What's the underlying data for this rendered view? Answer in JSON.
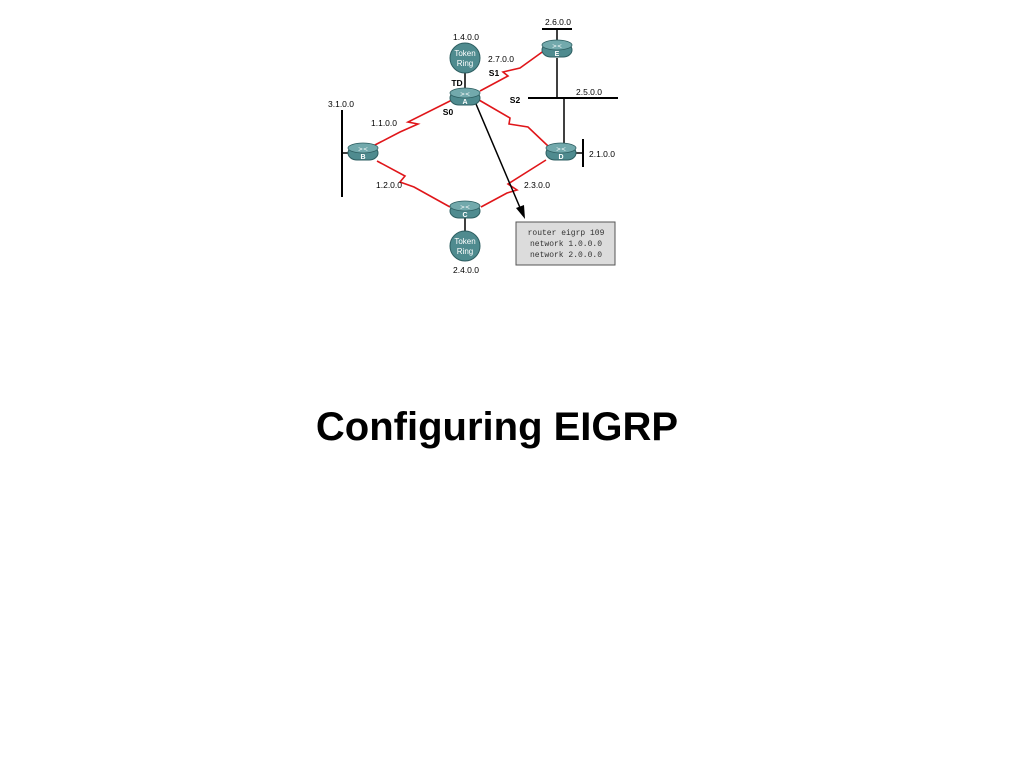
{
  "title": "Configuring EIGRP",
  "colors": {
    "serial_link": "#e0161a",
    "device": "#4f8b8f",
    "code_box_fill": "#dcdcdc"
  },
  "routers": {
    "a": "A",
    "b": "B",
    "c": "C",
    "d": "D",
    "e": "E"
  },
  "token_rings": {
    "top": [
      "Token",
      "Ring"
    ],
    "bottom": [
      "Token",
      "Ring"
    ]
  },
  "networks": {
    "n140": "1.4.0.0",
    "n260": "2.6.0.0",
    "n270": "2.7.0.0",
    "n250": "2.5.0.0",
    "n310": "3.1.0.0",
    "n110": "1.1.0.0",
    "n210": "2.1.0.0",
    "n120": "1.2.0.0",
    "n230": "2.3.0.0",
    "n240": "2.4.0.0"
  },
  "interfaces": {
    "td": "TD",
    "s1": "S1",
    "s2": "S2",
    "s0": "S0"
  },
  "config": [
    "router eigrp 109",
    "network 1.0.0.0",
    "network 2.0.0.0"
  ]
}
